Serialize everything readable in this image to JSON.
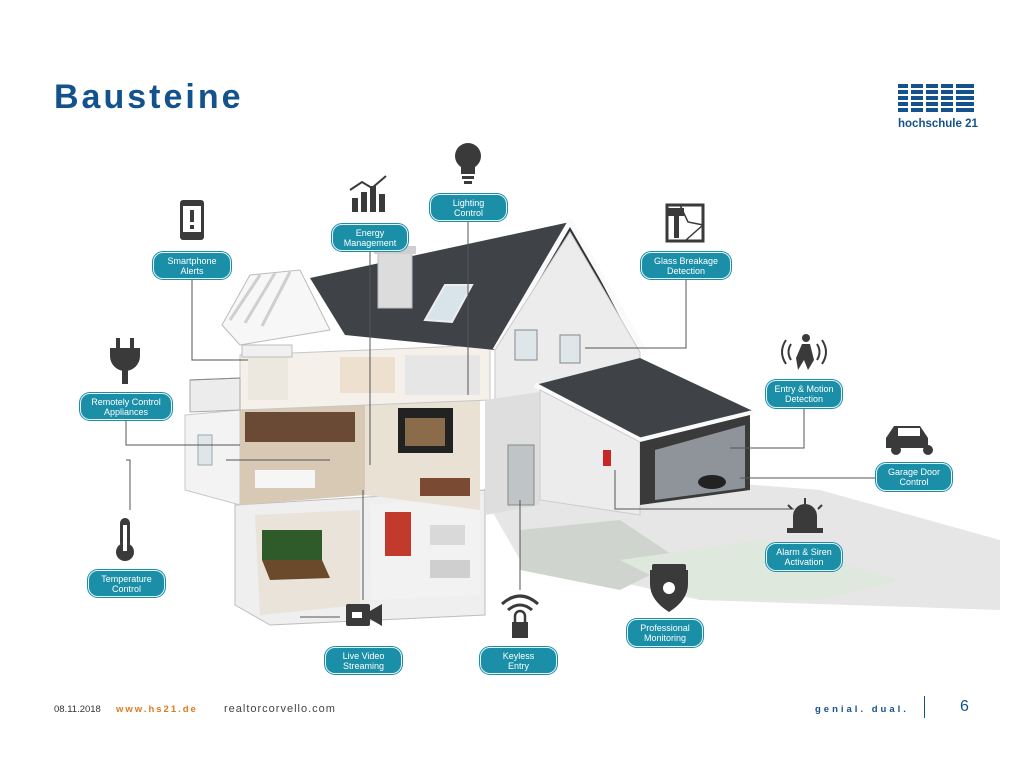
{
  "slide": {
    "title": "Bausteine",
    "logo_text": "hochschule 21",
    "brand_color": "#13528c",
    "label_color": "#1b8fa8"
  },
  "labels": {
    "lighting": "Lighting\nControl",
    "energy": "Energy\nManagement",
    "smartphone": "Smartphone\nAlerts",
    "glass": "Glass Breakage\nDetection",
    "entry": "Entry & Motion\nDetection",
    "remote": "Remotely Control\nAppliances",
    "garage": "Garage Door\nControl",
    "alarm": "Alarm & Siren\nActivation",
    "temperature": "Temperature\nControl",
    "monitoring": "Professional\nMonitoring",
    "video": "Live Video\nStreaming",
    "keyless": "Keyless\nEntry"
  },
  "icons": {
    "lighting": "lightbulb-icon",
    "energy": "bar-chart-plug-icon",
    "smartphone": "smartphone-alert-icon",
    "glass": "hammer-glass-icon",
    "entry": "motion-person-icon",
    "remote": "plug-wifi-icon",
    "garage": "car-icon",
    "alarm": "siren-icon",
    "temperature": "thermometer-icon",
    "monitoring": "police-badge-icon",
    "video": "video-camera-icon",
    "keyless": "wifi-lock-icon"
  },
  "footer": {
    "date": "08.11.2018",
    "url": "www.hs21.de",
    "source": "realtorcorvello.com",
    "slogan": "genial. dual.",
    "page": "6"
  }
}
